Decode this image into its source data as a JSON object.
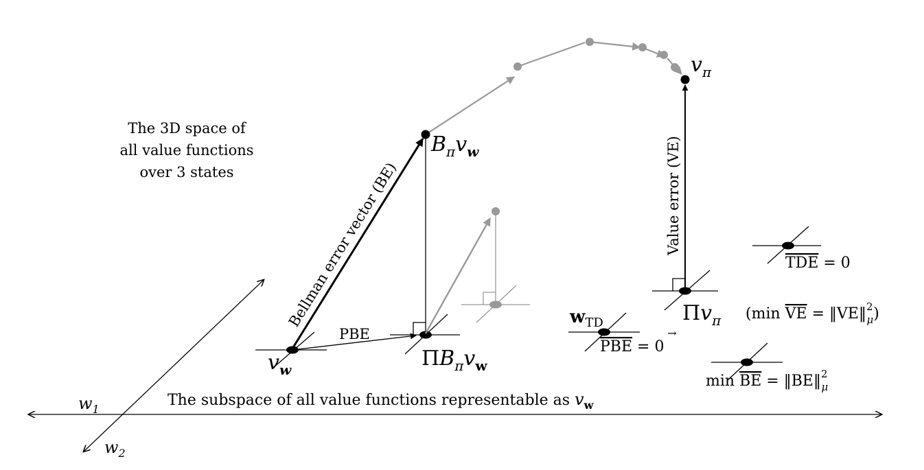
{
  "space": {
    "line1": "The 3D space of",
    "line2": "all value functions",
    "line3": "over 3 states"
  },
  "subspace": {
    "text": "The subspace of all value functions representable as ",
    "symbol": "v",
    "symbol_sub": "w"
  },
  "axes": {
    "w1": "w",
    "w1_sub": "1",
    "w2": "w",
    "w2_sub": "2"
  },
  "points": {
    "vw": {
      "main": "v",
      "sub": "w"
    },
    "bpi_vw": {
      "main": "B",
      "sub1": "π",
      "tail": "v",
      "sub2": "w"
    },
    "pi_bpi_vw": {
      "pi": "Π",
      "main": "B",
      "sub1": "π",
      "tail": "v",
      "sub2": "w"
    },
    "vpi": {
      "main": "v",
      "sub": "π"
    },
    "pi_vpi": {
      "pi": "Π",
      "main": "v",
      "sub": "π"
    },
    "wtd": {
      "main": "w",
      "sub": "TD"
    }
  },
  "labels": {
    "bellman_error_vector": "Bellman error vector (BE)",
    "pbe": "PBE",
    "value_error": "Value error (VE)",
    "min_ve": {
      "open": "(min ",
      "ve": "VE",
      "eq": " = ‖VE‖",
      "sup": "2",
      "sub": "μ",
      "close": ")"
    },
    "tde": {
      "tde": "TDE",
      "eq": " = 0"
    },
    "pbe_zero": {
      "pbe": "PBE",
      "eq": " = ",
      "zero": "0",
      "arrow": "→"
    },
    "min_be": {
      "min": "min ",
      "be": "BE",
      "eq": " = ‖BE‖",
      "sup": "2",
      "sub": "μ"
    }
  },
  "colors": {
    "black": "#000000",
    "gray": "#999999"
  }
}
